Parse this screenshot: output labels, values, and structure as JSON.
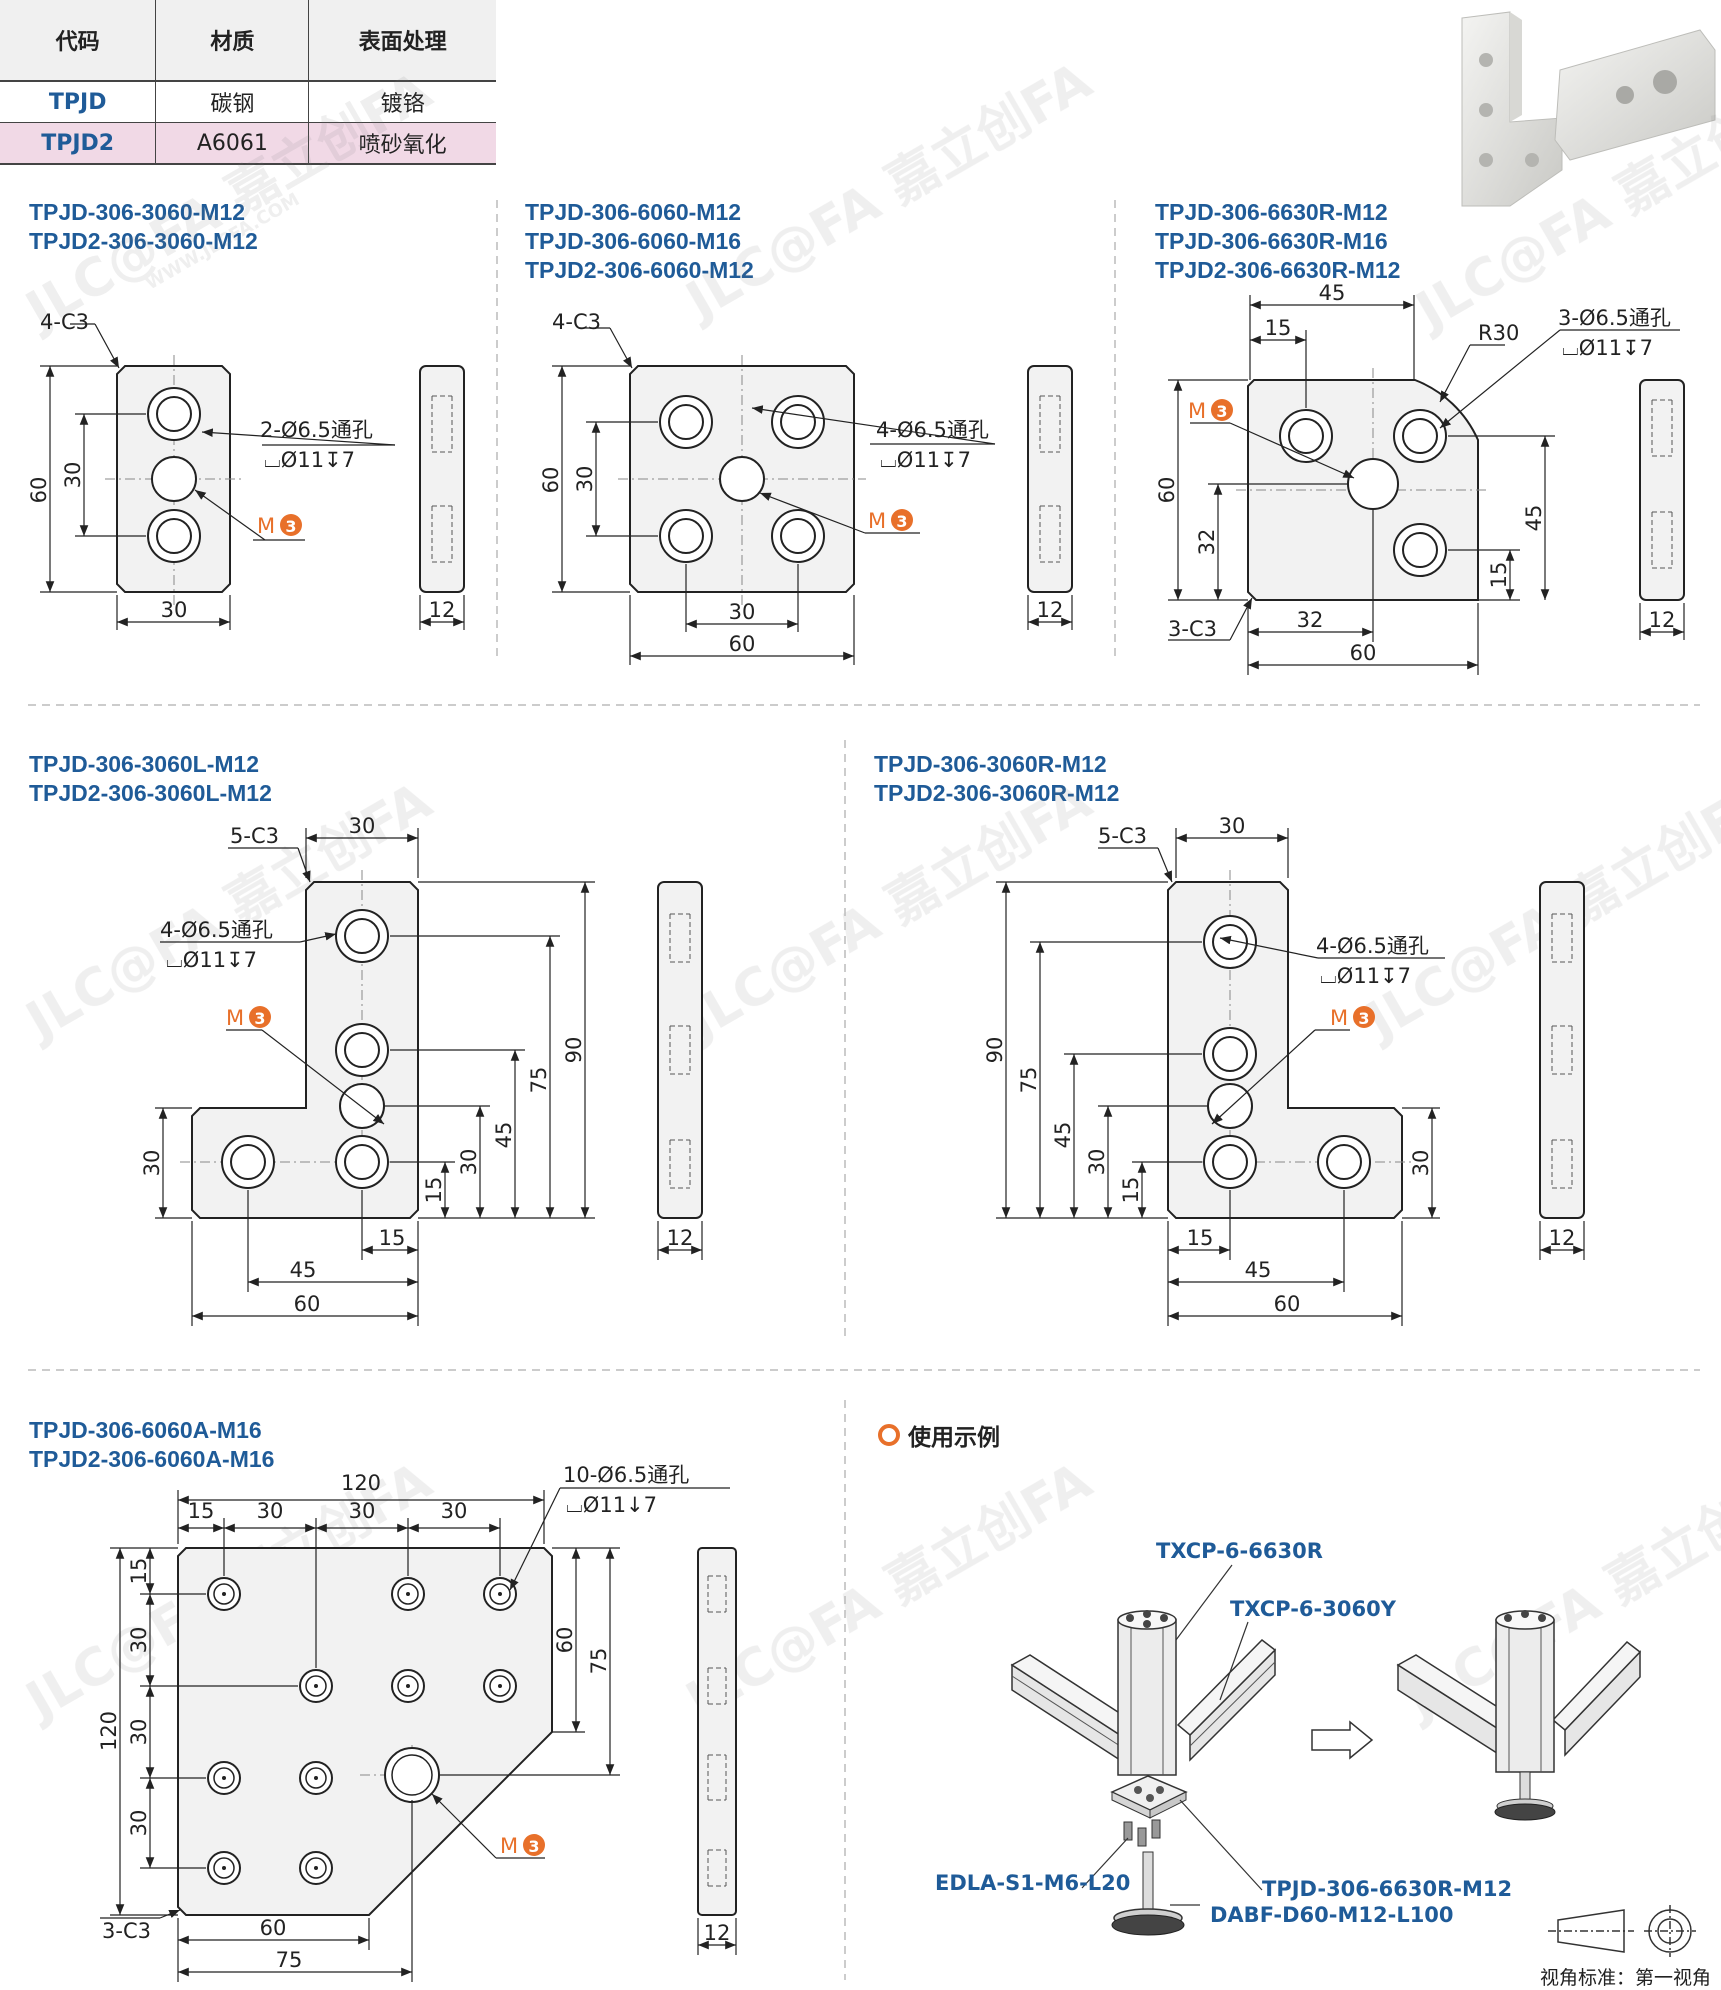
{
  "table": {
    "headers": [
      "代码",
      "材质",
      "表面处理"
    ],
    "rows": [
      [
        "TPJD",
        "碳钢",
        "镀铬"
      ],
      [
        "TPJD2",
        "A6061",
        "喷砂氧化"
      ]
    ]
  },
  "parts": {
    "p1": [
      "TPJD-306-3060-M12",
      "TPJD2-306-3060-M12"
    ],
    "p2": [
      "TPJD-306-6060-M12",
      "TPJD-306-6060-M16",
      "TPJD2-306-6060-M12"
    ],
    "p3": [
      "TPJD-306-6630R-M12",
      "TPJD-306-6630R-M16",
      "TPJD2-306-6630R-M12"
    ],
    "p4": [
      "TPJD-306-3060L-M12",
      "TPJD2-306-3060L-M12"
    ],
    "p5": [
      "TPJD-306-3060R-M12",
      "TPJD2-306-3060R-M12"
    ],
    "p6": [
      "TPJD-306-6060A-M16",
      "TPJD2-306-6060A-M16"
    ]
  },
  "dims": {
    "d1": {
      "chamfer": "4-C3",
      "hole": "2-Ø6.5通孔",
      "cbore": "⌴Ø11↧7",
      "w": "30",
      "h": "60",
      "pitch": "30",
      "t": "12",
      "m": "M"
    },
    "d2": {
      "chamfer": "4-C3",
      "hole": "4-Ø6.5通孔",
      "cbore": "⌴Ø11↧7",
      "w": "60",
      "pw": "30",
      "h": "60",
      "ph": "30",
      "t": "12",
      "m": "M"
    },
    "d3": {
      "w": "45",
      "w2": "15",
      "r": "R30",
      "hole": "3-Ø6.5通孔",
      "cbore": "⌴Ø11↧7",
      "h": "60",
      "y32": "32",
      "x32": "32",
      "w60": "60",
      "h45": "45",
      "h15": "15",
      "chamfer": "3-C3",
      "t": "12",
      "m": "M"
    },
    "d4": {
      "chamfer": "5-C3",
      "w30": "30",
      "hole": "4-Ø6.5通孔",
      "cbore": "⌴Ø11↧7",
      "h30": "30",
      "h90": "90",
      "h75": "75",
      "h45": "45",
      "hh30": "30",
      "h15": "15",
      "w15": "15",
      "w45": "45",
      "w60": "60",
      "t": "12",
      "m": "M"
    },
    "d5": {
      "chamfer": "5-C3",
      "w30": "30",
      "hole": "4-Ø6.5通孔",
      "cbore": "⌴Ø11↧7",
      "h90": "90",
      "h75": "75",
      "h45": "45",
      "hh30": "30",
      "h15": "15",
      "h30r": "30",
      "w15": "15",
      "w45": "45",
      "w60": "60",
      "t": "12",
      "m": "M"
    },
    "d6": {
      "w120": "120",
      "p15": "15",
      "p30a": "30",
      "p30b": "30",
      "p30c": "30",
      "hole": "10-Ø6.5通孔",
      "cbore": "⌴Ø11↓7",
      "v15": "15",
      "v30a": "30",
      "v30b": "30",
      "v30c": "30",
      "h120": "120",
      "h60": "60",
      "h75": "75",
      "chamfer": "3-C3",
      "w60": "60",
      "w75": "75",
      "t": "12",
      "m": "M"
    }
  },
  "usage": {
    "title": "使用示例",
    "labels": [
      "TXCP-6-6630R",
      "TXCP-6-3060Y",
      "TPJD-306-6630R-M12",
      "EDLA-S1-M6-L20",
      "DABF-D60-M12-L100"
    ]
  },
  "footer": {
    "view_label": "视角标准：第一视角"
  },
  "watermark": {
    "text": "JLC@FA 嘉立创FA",
    "url": "WWW.JLCFA.COM"
  },
  "colors": {
    "code_blue": "#1f5b98",
    "accent_orange": "#e8702a",
    "plate_fill": "#f2f2f2",
    "row_pink": "#f1d9e6"
  }
}
